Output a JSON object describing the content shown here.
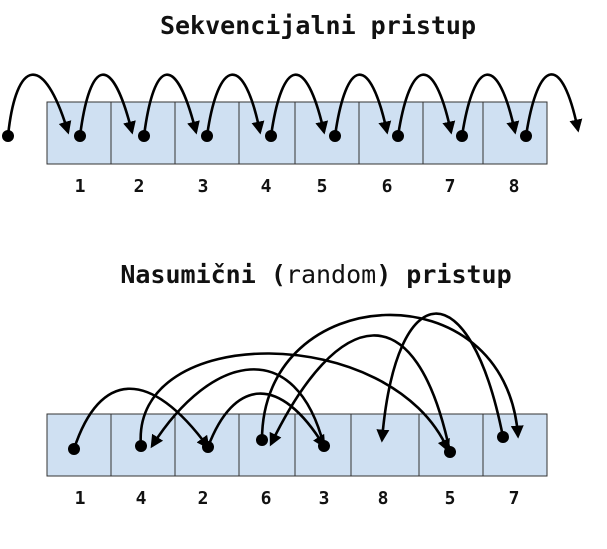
{
  "sequential": {
    "title": "Sekvencijalni pristup",
    "labels": [
      "1",
      "2",
      "3",
      "4",
      "5",
      "6",
      "7",
      "8"
    ]
  },
  "random": {
    "title_prefix": "Nasumični (",
    "title_word": "random",
    "title_suffix": ") pristup",
    "labels": [
      "1",
      "4",
      "2",
      "6",
      "3",
      "8",
      "5",
      "7"
    ]
  }
}
